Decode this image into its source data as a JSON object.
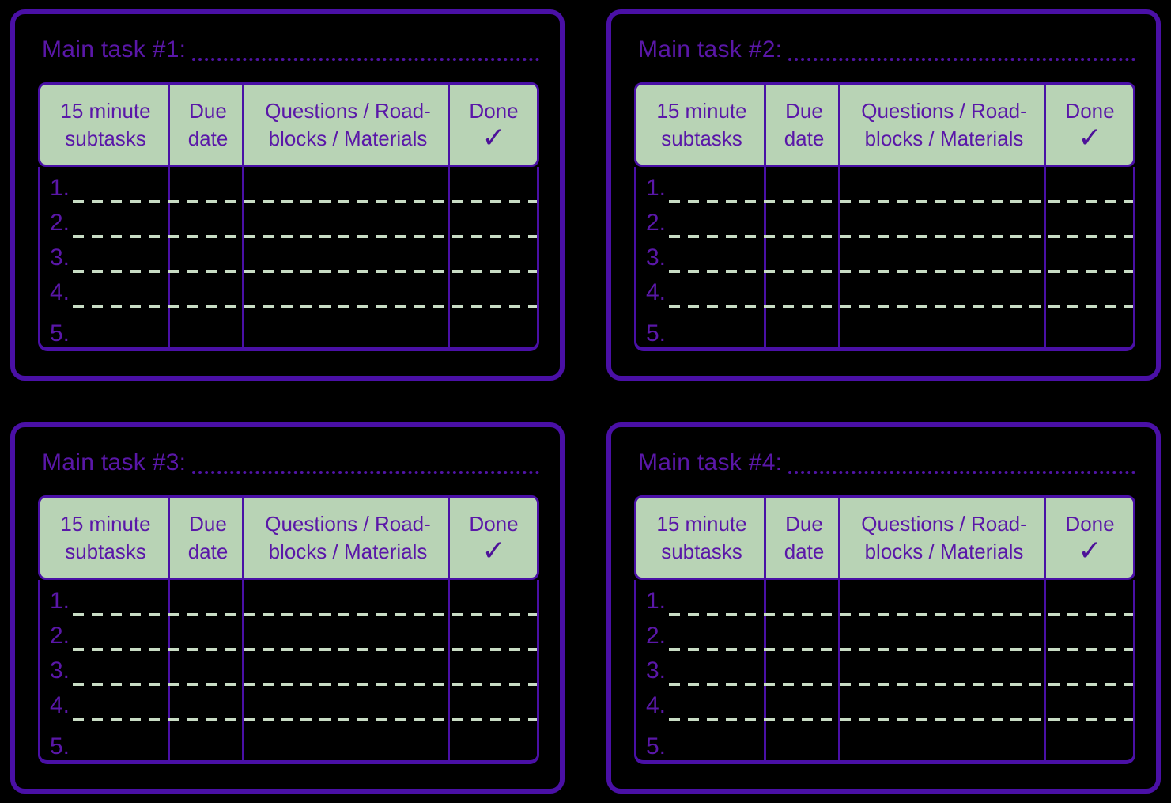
{
  "colors": {
    "background": "#000000",
    "panel_border": "#4a10a6",
    "text_purple": "#5a17a8",
    "header_bg": "#b8d3b5",
    "dash_line_green": "#c8dcc4",
    "check_purple": "#4d1199"
  },
  "header": {
    "cols": [
      {
        "line1": "15 minute",
        "line2": "subtasks"
      },
      {
        "line1": "Due",
        "line2": "date"
      },
      {
        "line1": "Questions / Road-",
        "line2": "blocks / Materials"
      },
      {
        "line1": "Done",
        "check": "✓"
      }
    ]
  },
  "rows": [
    "1.",
    "2.",
    "3.",
    "4.",
    "5."
  ],
  "panels": [
    {
      "title": "Main task #1:"
    },
    {
      "title": "Main task #2:"
    },
    {
      "title": "Main task #3:"
    },
    {
      "title": "Main task #4:"
    }
  ]
}
